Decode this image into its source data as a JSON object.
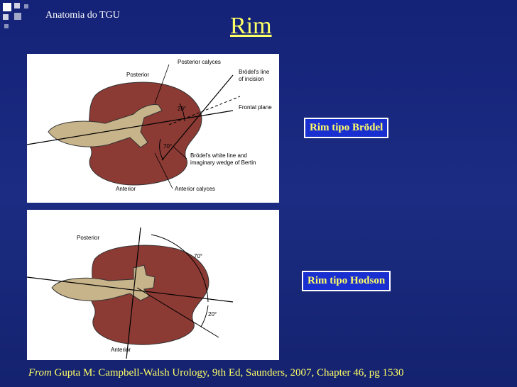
{
  "header": {
    "section": "Anatomia do TGU",
    "title": "Rim"
  },
  "figure_top": {
    "labels": {
      "posterior": "Posterior",
      "posterior_calyces": "Posterior calyces",
      "brodel_line_1": "Brödel's line",
      "brodel_line_2": "of incision",
      "angle_20": "20°",
      "frontal_plane": "Frontal plane",
      "angle_70": "70°",
      "white_line_1": "Brödel's white line and",
      "white_line_2": "imaginary wedge of Bertin",
      "anterior": "Anterior",
      "anterior_calyces": "Anterior calyces"
    }
  },
  "figure_bottom": {
    "labels": {
      "posterior": "Posterior",
      "angle_70": "70°",
      "angle_20": "20°",
      "anterior": "Anterior"
    }
  },
  "callouts": {
    "brodel": "Rim tipo Brödel",
    "hodson": "Rim tipo Hodson"
  },
  "citation": {
    "from": "From",
    "text": "Gupta M: Campbell-Walsh Urology, 9th Ed, Saunders, 2007, Chapter 46, pg 1530"
  },
  "colors": {
    "background": "#1a2a7a",
    "accent_text": "#ffff66",
    "kidney": "#8b3a34",
    "callout_bg": "#1a2fd0"
  }
}
